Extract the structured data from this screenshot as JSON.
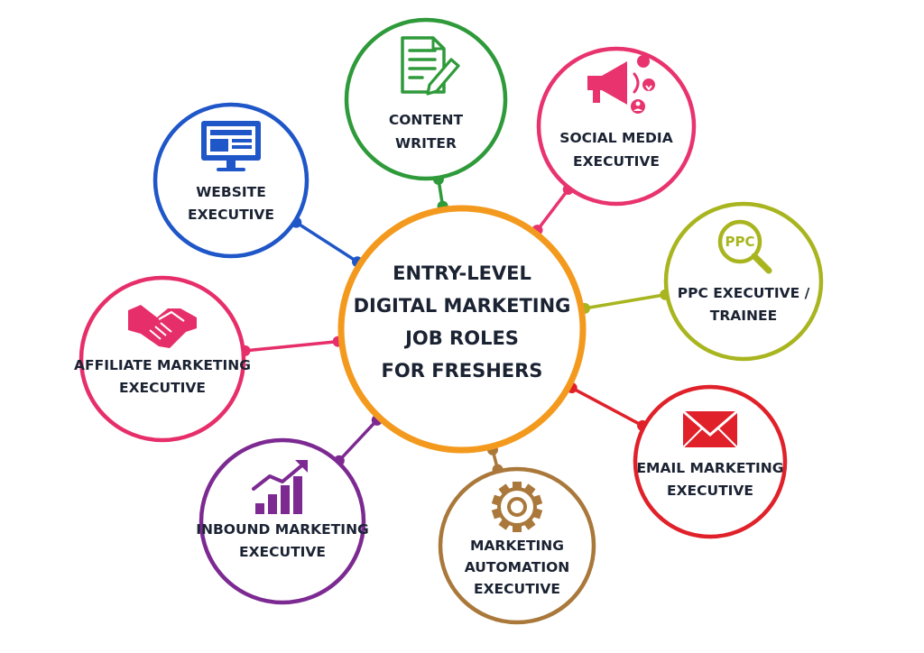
{
  "center": {
    "lines": [
      "ENTRY-LEVEL",
      "DIGITAL MARKETING",
      "JOB ROLES",
      "FOR FRESHERS"
    ],
    "color": "#f39a1e"
  },
  "nodes": [
    {
      "id": "content-writer",
      "lines": [
        "CONTENT",
        "WRITER"
      ],
      "color": "#2e9a3a",
      "icon": "document-pen-icon"
    },
    {
      "id": "social-media-executive",
      "lines": [
        "SOCIAL MEDIA",
        "EXECUTIVE"
      ],
      "color": "#e8336e",
      "icon": "megaphone-icon"
    },
    {
      "id": "ppc-executive-trainee",
      "lines": [
        "PPC EXECUTIVE /",
        "TRAINEE"
      ],
      "color": "#a8b51f",
      "icon": "ppc-magnifier-icon",
      "icon_text": "PPC"
    },
    {
      "id": "email-marketing-executive",
      "lines": [
        "EMAIL MARKETING",
        "EXECUTIVE"
      ],
      "color": "#e0212a",
      "icon": "envelope-icon"
    },
    {
      "id": "marketing-automation-executive",
      "lines": [
        "MARKETING",
        "AUTOMATION",
        "EXECUTIVE"
      ],
      "color": "#a9783a",
      "icon": "gear-icon"
    },
    {
      "id": "inbound-marketing-executive",
      "lines": [
        "INBOUND MARKETING",
        "EXECUTIVE"
      ],
      "color": "#7c2a92",
      "icon": "growth-chart-icon"
    },
    {
      "id": "affiliate-marketing-executive",
      "lines": [
        "AFFILIATE MARKETING",
        "EXECUTIVE"
      ],
      "color": "#e62f6a",
      "icon": "handshake-icon"
    },
    {
      "id": "website-executive",
      "lines": [
        "WEBSITE",
        "EXECUTIVE"
      ],
      "color": "#1f56c8",
      "icon": "monitor-icon"
    }
  ]
}
